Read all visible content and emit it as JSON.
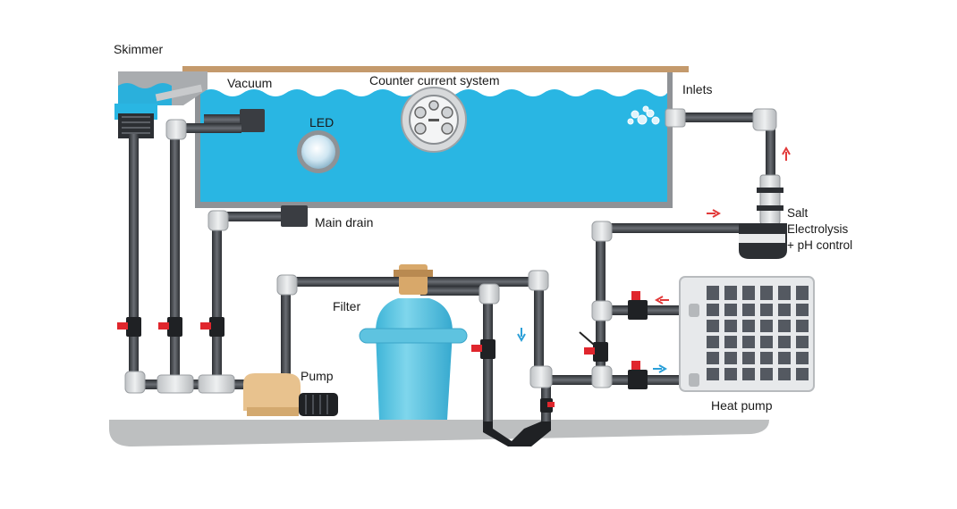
{
  "labels": {
    "skimmer": "Skimmer",
    "vacuum": "Vacuum",
    "counter_current": "Counter current system",
    "inlets": "Inlets",
    "led": "LED",
    "main_drain": "Main drain",
    "salt": [
      "Salt",
      "Electrolysis",
      "+ pH control"
    ],
    "filter": "Filter",
    "pump": "Pump",
    "heat_pump": "Heat pump"
  },
  "colors": {
    "water": "#29B6E3",
    "pipe": "#4A4E54",
    "fitting": "#D9DBDD",
    "valve_handle": "#E0262D",
    "filter_tank": "#5EC9E4",
    "pump_body": "#E8C28E",
    "ground": "#BDBFC0",
    "pool_edge": "#C49A6C",
    "flow_red": "#E23A3A",
    "flow_blue": "#2A9FD8"
  }
}
